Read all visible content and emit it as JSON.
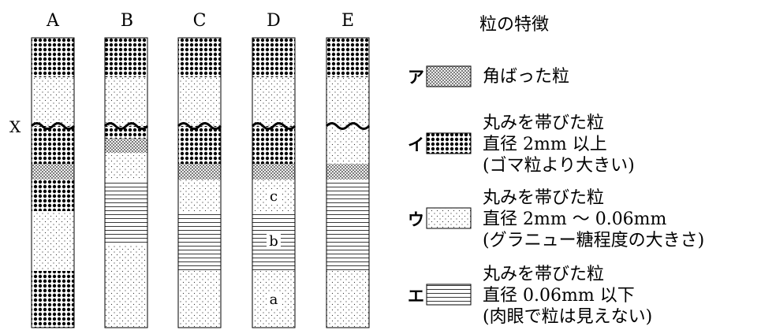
{
  "columns": [
    {
      "label": "A"
    },
    {
      "label": "B"
    },
    {
      "label": "C"
    },
    {
      "label": "D"
    },
    {
      "label": "E"
    }
  ],
  "x_marker": "X",
  "layer_labels": {
    "c": "c",
    "b": "b",
    "a": "a"
  },
  "legend": {
    "title": "粒の特徴",
    "items": [
      {
        "key": "ア",
        "pattern": "cross",
        "lines": [
          "角ばった粒"
        ]
      },
      {
        "key": "イ",
        "pattern": "bigdot",
        "lines": [
          "丸みを帯びた粒",
          "直径 2mm 以上",
          "(ゴマ粒より大きい)"
        ]
      },
      {
        "key": "ウ",
        "pattern": "smalldot",
        "lines": [
          "丸みを帯びた粒",
          "直径 2mm ～ 0.06mm",
          "(グラニュー糖程度の大きさ)"
        ]
      },
      {
        "key": "エ",
        "pattern": "hline",
        "lines": [
          "丸みを帯びた粒",
          "直径 0.06mm 以下",
          "(肉眼で粒は見えない)"
        ]
      }
    ]
  }
}
